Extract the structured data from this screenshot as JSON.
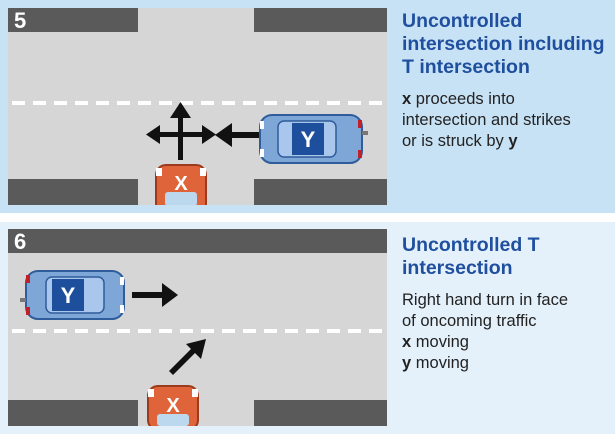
{
  "panels": [
    {
      "number": "5",
      "heading_lines": [
        "Uncontrolled",
        "intersection including",
        "T intersection"
      ],
      "body_lines": [
        {
          "pre": "",
          "bold": "x",
          "post": " proceeds into"
        },
        {
          "pre": "intersection and strikes",
          "bold": "",
          "post": ""
        },
        {
          "pre": "or is struck by ",
          "bold": "y",
          "post": ""
        }
      ],
      "vehicle_x_label": "X",
      "vehicle_y_label": "Y"
    },
    {
      "number": "6",
      "heading_lines": [
        "Uncontrolled T",
        "intersection"
      ],
      "body_lines": [
        {
          "pre": "Right hand turn in face",
          "bold": "",
          "post": ""
        },
        {
          "pre": "of oncoming traffic",
          "bold": "",
          "post": ""
        },
        {
          "pre": "",
          "bold": "x",
          "post": " moving"
        },
        {
          "pre": "",
          "bold": "y",
          "post": " moving"
        }
      ],
      "vehicle_x_label": "X",
      "vehicle_y_label": "Y"
    }
  ],
  "colors": {
    "panel5_bg": "#c8e2f5",
    "panel6_bg": "#e4f1fb",
    "road": "#d6d6d6",
    "kerb_block": "#5a5a5a",
    "heading": "#1f4f9e",
    "car_y_body": "#7ea7d8",
    "car_y_roof": "#1e4f9c",
    "car_x_body": "#e0643a"
  }
}
